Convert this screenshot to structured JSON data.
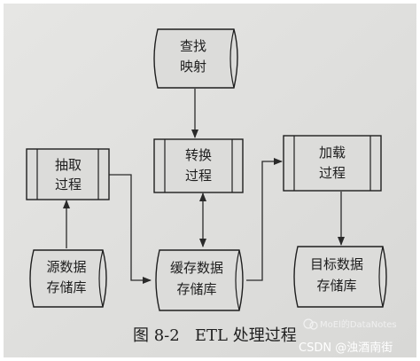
{
  "nodes": {
    "lookup_mapping": {
      "line1": "查找",
      "line2": "映射"
    },
    "extract_process": {
      "line1": "抽取",
      "line2": "过程"
    },
    "transform_process": {
      "line1": "转换",
      "line2": "过程"
    },
    "load_process": {
      "line1": "加载",
      "line2": "过程"
    },
    "source_store": {
      "line1": "源数据",
      "line2": "存储库"
    },
    "staging_store": {
      "line1": "缓存数据",
      "line2": "存储库"
    },
    "target_store": {
      "line1": "目标数据",
      "line2": "存储库"
    }
  },
  "caption": "图 8-2   ETL 处理过程",
  "watermark": {
    "account": "MoEl的DataNotes",
    "csdn": "CSDN @浊酒南街"
  },
  "colors": {
    "paper": "#e2e2e0",
    "ink": "#1e1e1e",
    "arrow": "#2a2a2a",
    "node_fill": "#dcdcda"
  }
}
